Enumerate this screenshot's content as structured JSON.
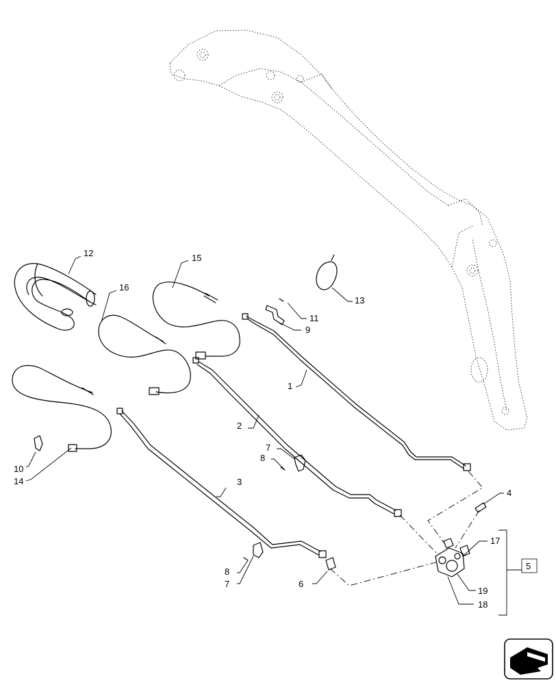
{
  "callouts": {
    "c1": "1",
    "c2": "2",
    "c3": "3",
    "c4": "4",
    "c5": "5",
    "c6": "6",
    "c7a": "7",
    "c7b": "7",
    "c8a": "8",
    "c8b": "8",
    "c9": "9",
    "c10": "10",
    "c11": "11",
    "c12": "12",
    "c13": "13",
    "c14": "14",
    "c15": "15",
    "c16": "16",
    "c17": "17",
    "c18": "18",
    "c19": "19"
  },
  "icons": {
    "boom": "excavator-boom-icon",
    "nav": "navigation-arrow-icon"
  },
  "colors": {
    "line": "#000000",
    "background": "#ffffff"
  }
}
